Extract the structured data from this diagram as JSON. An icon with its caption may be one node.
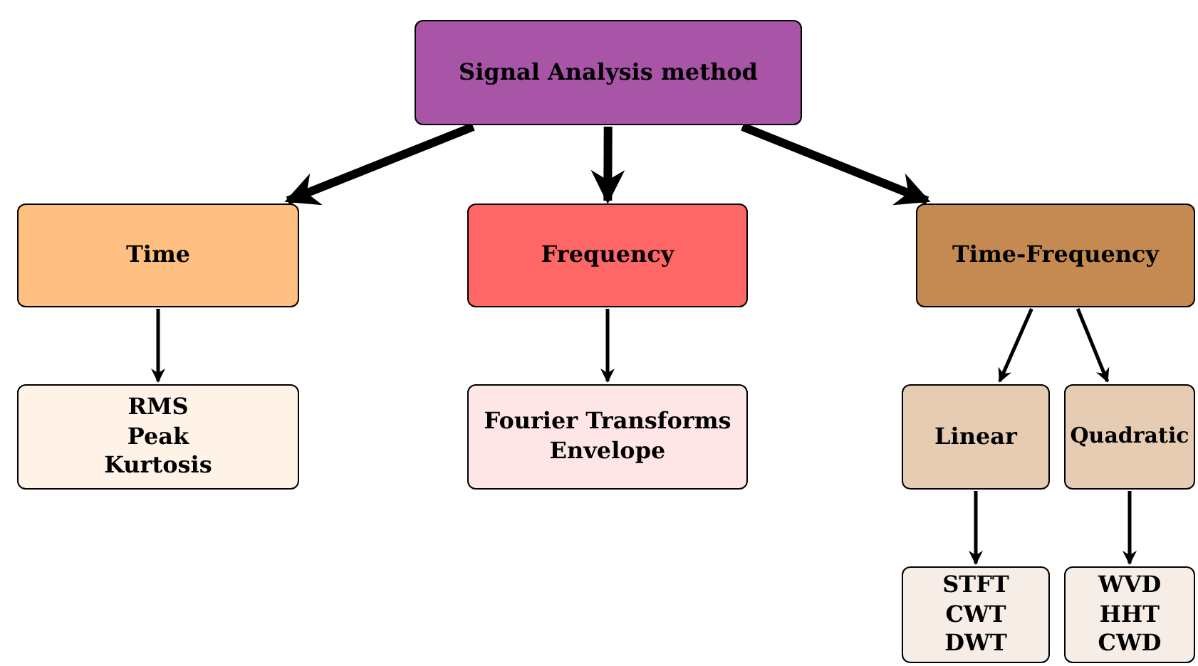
{
  "diagram": {
    "nodes": [
      {
        "text": [
          "Signal Analysis method"
        ]
      },
      {
        "text": [
          "Time"
        ]
      },
      {
        "text": [
          "Frequency"
        ]
      },
      {
        "text": [
          "Time-Frequency"
        ]
      },
      {
        "text": [
          "RMS Peak Kurtosis"
        ]
      },
      {
        "text": [
          "Fourier Transforms Envelope"
        ]
      },
      {
        "text": [
          "Linear"
        ]
      },
      {
        "text": [
          "Quadratic"
        ]
      },
      {
        "text": [
          "STFT CWT DWT"
        ]
      },
      {
        "text": [
          "WVD HHT CWD"
        ]
      }
    ],
    "edges": [
      {
        "from": 0,
        "to": 1,
        "arrow": "to",
        "style": "thick"
      },
      {
        "from": 0,
        "to": 2,
        "arrow": "to",
        "style": "thick"
      },
      {
        "from": 0,
        "to": 3,
        "arrow": "to",
        "style": "thick"
      },
      {
        "from": 1,
        "to": 4,
        "arrow": "to"
      },
      {
        "from": 2,
        "to": 5,
        "arrow": "to"
      },
      {
        "from": 3,
        "to": 6,
        "arrow": "to"
      },
      {
        "from": 3,
        "to": 7,
        "arrow": "to"
      },
      {
        "from": 6,
        "to": 8,
        "arrow": "to"
      },
      {
        "from": 7,
        "to": 9,
        "arrow": "to"
      }
    ]
  }
}
